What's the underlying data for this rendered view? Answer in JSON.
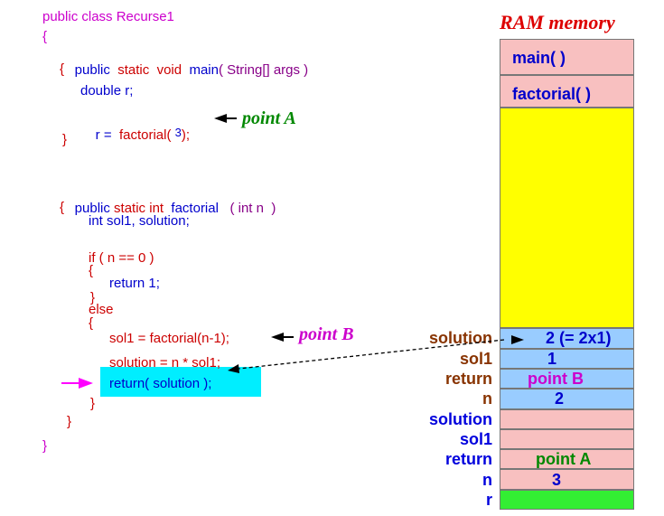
{
  "code": {
    "class_decl": "public class Recurse1",
    "open_brace": "{",
    "main_sig": {
      "kw1": "public",
      "kw2": "static",
      "kw3": "void",
      "name": "main",
      "params": "( String[] args )"
    },
    "main_open": "{",
    "double_r": "double r;",
    "assign": {
      "lhs": "r =",
      "call": "factorial(",
      "arg": "3",
      "end": ");"
    },
    "point_a_label": "point A",
    "main_close": "}",
    "fact_sig": {
      "kw1": "public",
      "kw2": "static",
      "kw3": "int",
      "name": "factorial",
      "params": "( int n  )"
    },
    "fact_open": "{",
    "decl": "int sol1, solution;",
    "if_line": "if ( n == 0 )",
    "if_open": "{",
    "return1": "return 1;",
    "if_close": "}",
    "else_kw": "else",
    "else_open": "{",
    "sol1_line": "sol1 = factorial(n-1);",
    "point_b_label": "point B",
    "solution_line": "solution = n * sol1;",
    "return_line": "return( solution );",
    "else_close": "}",
    "fact_close": "}",
    "class_close": "}"
  },
  "memory": {
    "title": "RAM memory",
    "main_label": "main( )",
    "factorial_label": "factorial( )",
    "frames": [
      {
        "label": "solution",
        "value": "2 (= 2x1)"
      },
      {
        "label": "sol1",
        "value": "1"
      },
      {
        "label": "return",
        "value": "point B"
      },
      {
        "label": "n",
        "value": "2"
      },
      {
        "label": "solution",
        "value": ""
      },
      {
        "label": "sol1",
        "value": ""
      },
      {
        "label": "return",
        "value": "point A"
      },
      {
        "label": "n",
        "value": "3"
      },
      {
        "label": "r",
        "value": ""
      }
    ]
  },
  "colors": {
    "pink": "#f8c0c0",
    "yellow": "#ffff00",
    "light_blue": "#99ccff",
    "green": "#33ee33",
    "cyan_highlight": "#00eeff",
    "code_blue": "#0000cc",
    "code_red": "#cc0000",
    "magenta": "#cc00cc",
    "label_brown": "#883300",
    "label_blue": "#0000dd",
    "title_red": "#dd0000",
    "point_a_green": "#008800"
  }
}
